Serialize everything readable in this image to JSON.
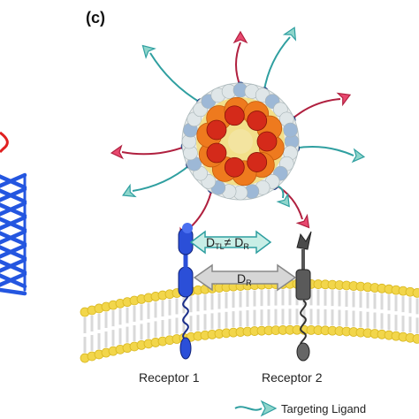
{
  "panel_label": "(c)",
  "distance_tl": {
    "main": "D",
    "sub_tl": "TL",
    "neq": "≠ ",
    "main2": "D",
    "sub_r": "R"
  },
  "distance_r": {
    "main": "D",
    "sub": "R"
  },
  "receptor_1": "Receptor 1",
  "receptor_2": "Receptor 2",
  "legend": {
    "targeting_ligand": "Targeting Ligand"
  },
  "colors": {
    "membrane_head": "#f2d64b",
    "membrane_tail": "#d9d9d9",
    "receptor1": "#2b4fd8",
    "receptor2": "#4a4a4a",
    "ligand_linker": "#2f9fa0",
    "arrow_teal": "#8fd6cc",
    "arrow_red": "#e8486f",
    "capsid_red": "#d42a1a",
    "capsid_orange": "#ee7a1e",
    "capsid_yellow": "#f2df8a",
    "helix_blue": "#2456e0"
  },
  "icons": [
    "triple-helix-icon",
    "nanoparticle-capsid-icon",
    "ligand-arrow-icon"
  ]
}
